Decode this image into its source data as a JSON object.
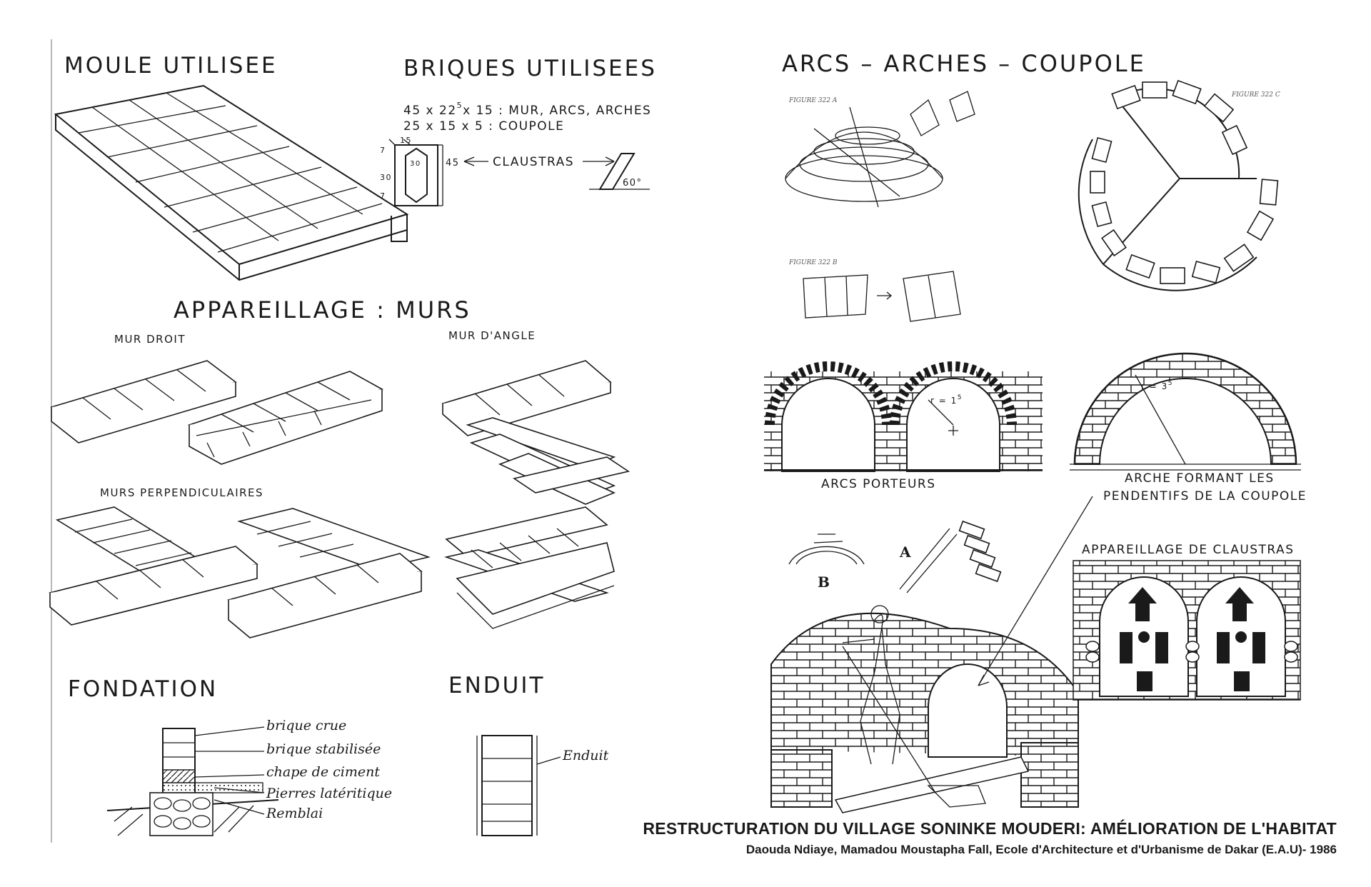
{
  "left": {
    "moule_title": "MOULE UTILISEE",
    "briques_title": "BRIQUES UTILISEES",
    "briques_line1_pre": "45 x 22",
    "briques_line1_sup": "5",
    "briques_line1_post": "x 15 : MUR, ARCS, ARCHES",
    "briques_line2": "25 x 15 x 5  : COUPOLE",
    "claustras_label": "CLAUSTRAS",
    "claustra_dims": [
      "7",
      "15",
      "30",
      "30",
      "7",
      "45"
    ],
    "angle_label": "60°",
    "appareillage_title": "APPAREILLAGE : MURS",
    "mur_droit": "MUR  DROIT",
    "mur_angle": "MUR  D'ANGLE",
    "murs_perp": "MURS  PERPENDICULAIRES",
    "fondation_title": "FONDATION",
    "enduit_title": "ENDUIT",
    "fondation_labels": [
      "brique crue",
      "brique stabilisée",
      "chape de ciment",
      "Pierres latéritique",
      "Remblai"
    ],
    "enduit_label": "Enduit"
  },
  "right": {
    "arcs_title": "ARCS  –  ARCHES  –  COUPOLE",
    "fig_a": "FIGURE 322 A",
    "fig_b": "FIGURE 322 B",
    "fig_c": "FIGURE 322 C",
    "arc_radius": "r = 1",
    "arc_radius_sup": "5",
    "arcs_porteurs": "ARCS  PORTEURS",
    "arche_radius": "r = 3",
    "arche_radius_sup": "5",
    "arche_line1": "ARCHE  FORMANT  LES",
    "arche_line2": "PENDENTIFS  DE  LA  COUPOLE",
    "letter_a": "A",
    "letter_b": "B",
    "claustras_title": "APPAREILLAGE  DE  CLAUSTRAS"
  },
  "caption": {
    "title": "RESTRUCTURATION DU VILLAGE SONINKE MOUDERI: AMÉLIORATION DE L'HABITAT",
    "subtitle": "Daouda Ndiaye, Mamadou Moustapha Fall, Ecole d'Architecture et d'Urbanisme de Dakar (E.A.U)- 1986"
  }
}
